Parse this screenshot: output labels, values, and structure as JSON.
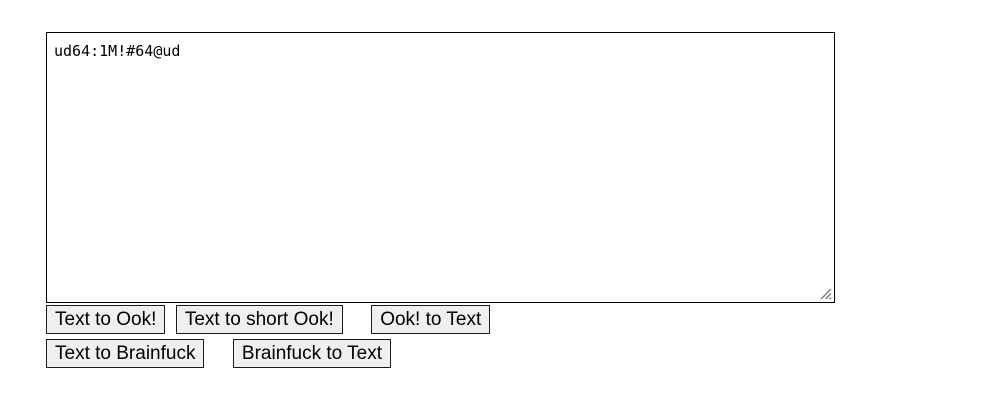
{
  "editor": {
    "value": "ud64:1M!#64@ud",
    "placeholder": ""
  },
  "buttons": {
    "row1": [
      {
        "label": "Text to Ook!",
        "name": "text-to-ook-button"
      },
      {
        "label": "Text to short Ook!",
        "name": "text-to-short-ook-button"
      },
      {
        "label": "Ook! to Text",
        "name": "ook-to-text-button"
      }
    ],
    "row2": [
      {
        "label": "Text to Brainfuck",
        "name": "text-to-brainfuck-button"
      },
      {
        "label": "Brainfuck to Text",
        "name": "brainfuck-to-text-button"
      }
    ]
  },
  "colors": {
    "button_background": "#efefef",
    "button_border": "#1c1c1c",
    "editor_border": "#000000",
    "page_background": "#ffffff",
    "text": "#000000"
  }
}
